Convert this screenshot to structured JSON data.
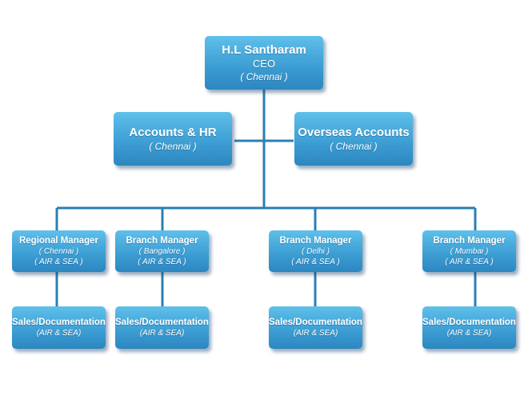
{
  "ceo": {
    "name": "H.L Santharam",
    "title": "CEO",
    "location": "( Chennai )"
  },
  "accounts_hr": {
    "name": "Accounts & HR",
    "location": "( Chennai )"
  },
  "overseas_accounts": {
    "name": "Overseas Accounts",
    "location": "( Chennai )"
  },
  "managers": [
    {
      "title": "Regional Manager",
      "location": "( Chennai )",
      "mode": "( AIR & SEA )"
    },
    {
      "title": "Branch Manager",
      "location": "( Bangalore )",
      "mode": "( AIR & SEA )"
    },
    {
      "title": "Branch Manager",
      "location": "( Delhi )",
      "mode": "( AIR & SEA )"
    },
    {
      "title": "Branch Manager",
      "location": "( Mumbai )",
      "mode": "( AIR & SEA )"
    }
  ],
  "sales": [
    {
      "title": "Sales/Documentation",
      "mode": "(AIR & SEA)"
    },
    {
      "title": "Sales/Documentation",
      "mode": "(AIR & SEA)"
    },
    {
      "title": "Sales/Documentation",
      "mode": "(AIR & SEA)"
    },
    {
      "title": "Sales/Documentation",
      "mode": "(AIR & SEA)"
    }
  ],
  "colors": {
    "box_top": "#5fc0ea",
    "box_bottom": "#2d86c0",
    "connector": "#2b7fb1"
  }
}
